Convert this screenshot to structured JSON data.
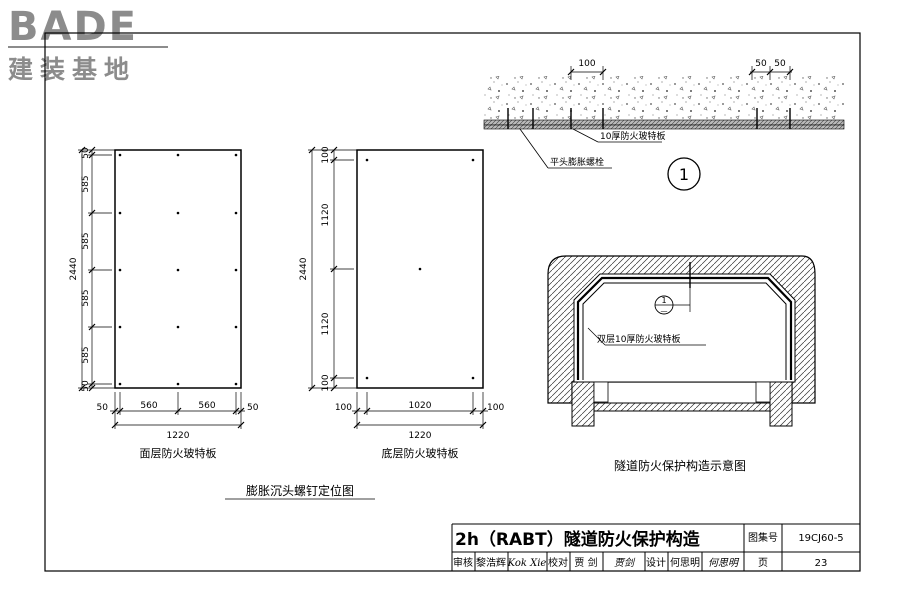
{
  "logo": {
    "brand": "BADE",
    "name": "建装基地"
  },
  "panel_face": {
    "caption": "面层防火玻特板",
    "dim_height_total": "2440",
    "dim_height_segments": [
      "50",
      "585",
      "585",
      "585",
      "585",
      "50"
    ],
    "dim_width_segments": [
      "50",
      "560",
      "560",
      "50"
    ],
    "dim_width_total": "1220"
  },
  "panel_base": {
    "caption": "底层防火玻特板",
    "dim_height_total": "2440",
    "dim_height_segments": [
      "100",
      "1120",
      "1120",
      "100"
    ],
    "dim_width_segments": [
      "100",
      "1020",
      "100"
    ],
    "dim_width_total": "1220"
  },
  "layout_caption": "膨胀沉头螺钉定位图",
  "detail1": {
    "dim_spacing": "100",
    "dim_left": "50",
    "dim_right": "50",
    "label_board": "10厚防火玻特板",
    "label_bolt": "平头膨胀螺栓",
    "marker": "1"
  },
  "tunnel": {
    "label_layers": "双层10厚防火玻特板",
    "ref_top": "1",
    "ref_bottom": "—",
    "caption": "隧道防火保护构造示意图"
  },
  "title_block": {
    "title": "2h（RABT）隧道防火保护构造",
    "atlas_label": "图集号",
    "atlas_no": "19CJ60-5",
    "review_label": "审核",
    "review_name": "黎浩辉",
    "review_sig": "Kok Xie",
    "check_label": "校对",
    "check_name": "贾 剑",
    "check_sig": "贾剑",
    "design_label": "设计",
    "design_name": "何思明",
    "design_sig": "何思明",
    "page_label": "页",
    "page_no": "23"
  }
}
